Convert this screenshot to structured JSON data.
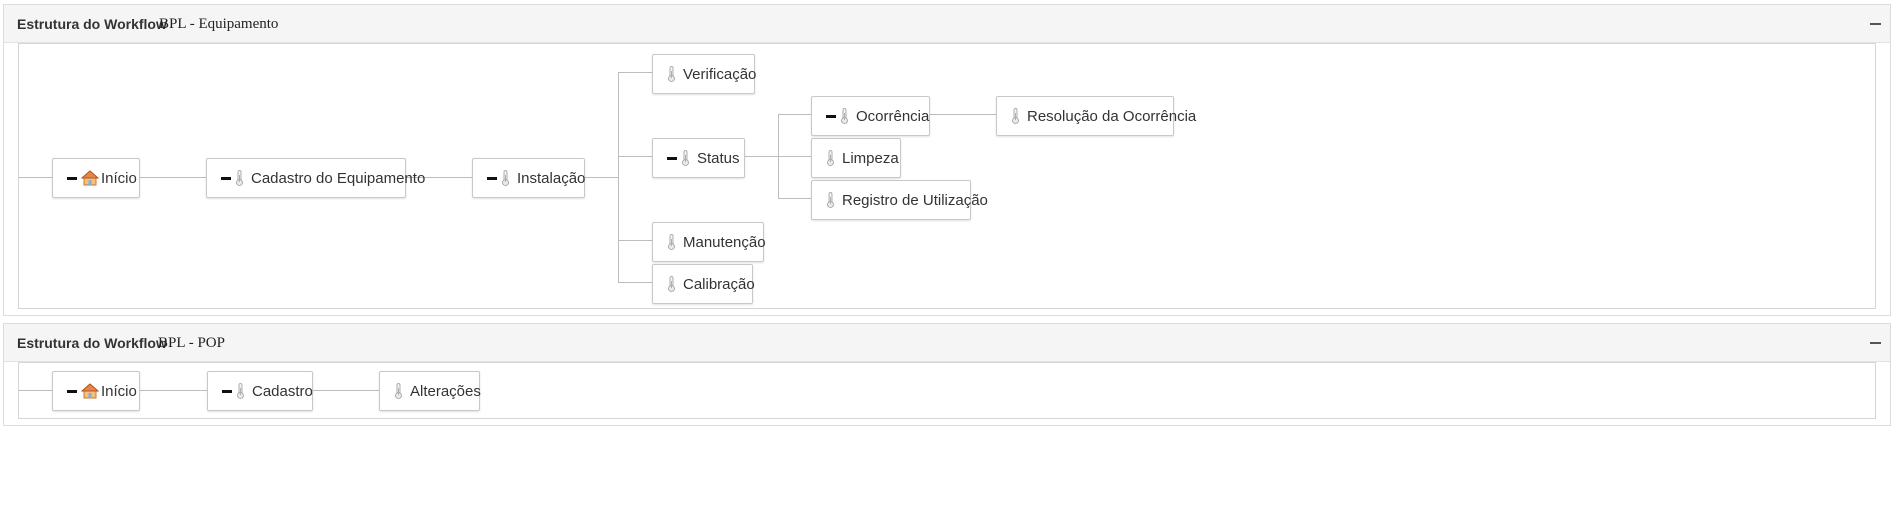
{
  "panels": [
    {
      "title": "Estrutura do Workflow",
      "subtitle": "BPL  -  Equipamento",
      "nodes": {
        "inicio": "Início",
        "cadastro": "Cadastro do Equipamento",
        "instalacao": "Instalação",
        "verificacao": "Verificação",
        "status": "Status",
        "manutencao": "Manutenção",
        "calibracao": "Calibração",
        "ocorrencia": "Ocorrência",
        "resolucao": "Resolução da Ocorrência",
        "limpeza": "Limpeza",
        "registro": "Registro de Utilização"
      }
    },
    {
      "title": "Estrutura do Workflow",
      "subtitle": "BPL  -  POP",
      "nodes": {
        "inicio": "Início",
        "cadastro": "Cadastro",
        "alteracoes": "Alterações"
      }
    }
  ],
  "icons": {
    "collapse": "minus-icon",
    "node_toggle": "collapse-node-icon",
    "start": "home-icon",
    "step": "thermometer-icon"
  }
}
